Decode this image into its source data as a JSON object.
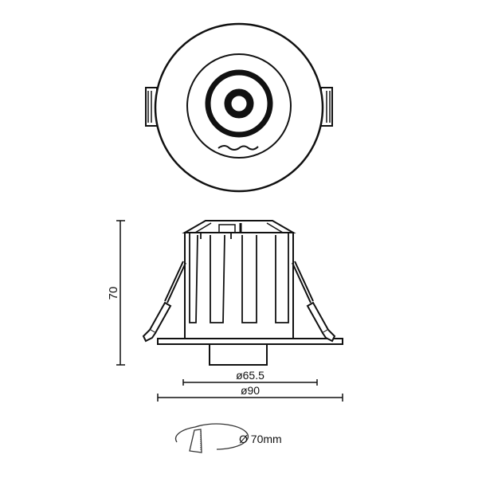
{
  "dimensions": {
    "height": "70",
    "inner_diameter": "ø65.5",
    "outer_diameter": "ø90"
  },
  "cutout": {
    "label": "Ø 70mm"
  },
  "colors": {
    "line": "#111111",
    "background": "#ffffff"
  }
}
